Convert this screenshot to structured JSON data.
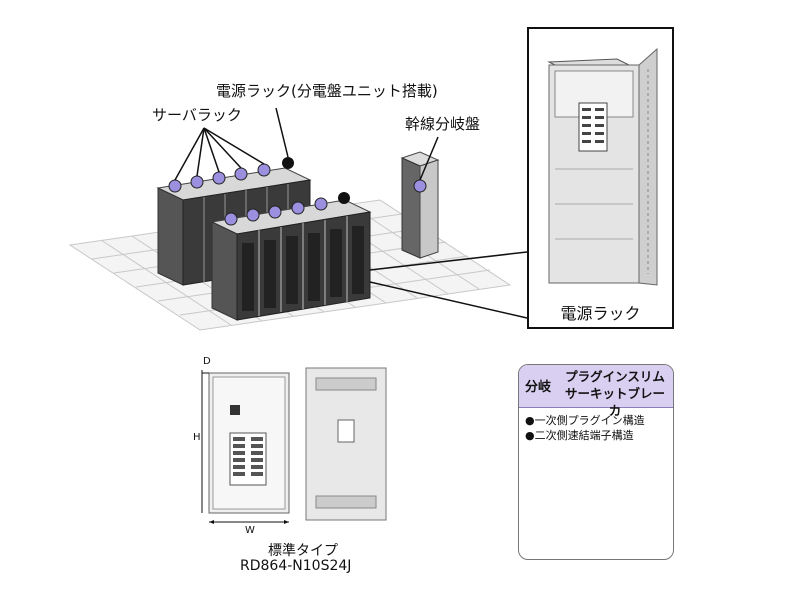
{
  "labels": {
    "server_rack": "サーバラック",
    "power_rack_unit": "電源ラック(分電盤ユニット搭載)",
    "trunk_panel": "幹線分岐盤",
    "power_rack": "電源ラック"
  },
  "panel": {
    "dim_d": "D",
    "dim_h": "H",
    "dim_w": "W",
    "type_label": "標準タイプ",
    "model": "RD864-N10S24J"
  },
  "breaker": {
    "tag": "分岐",
    "title_line1": "プラグインスリム",
    "title_line2": "サーキットブレーカ",
    "features": [
      "●一次側プラグイン構造",
      "●二次側速結端子構造"
    ]
  },
  "colors": {
    "marker_fill": "#9b8fe0",
    "power_marker_fill": "#111111",
    "header_bg": "#d9cff0"
  }
}
